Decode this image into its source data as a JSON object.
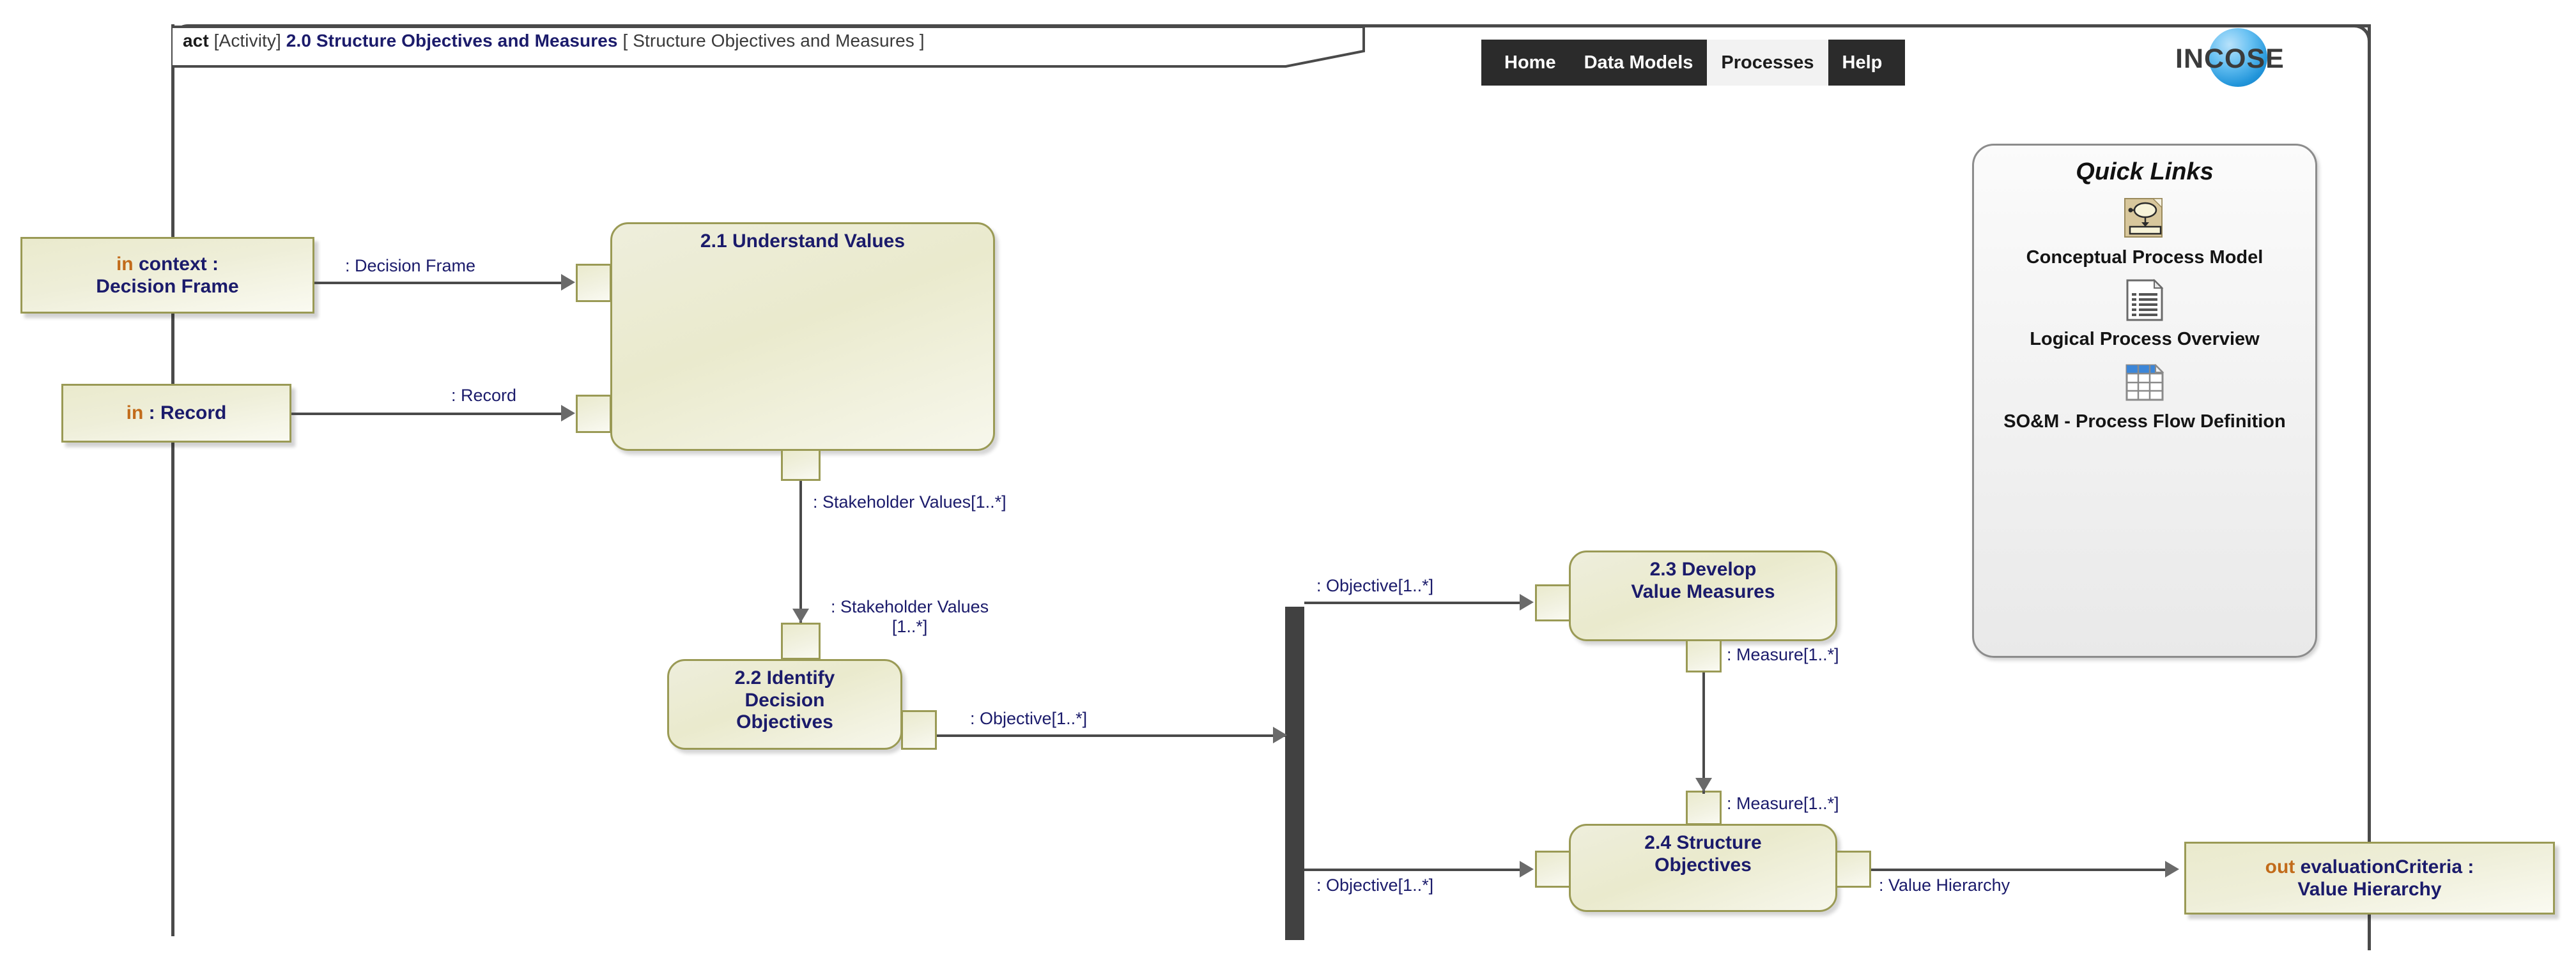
{
  "frame": {
    "keyword": "act",
    "stereotype": "[Activity]",
    "name": "2.0 Structure Objectives and Measures",
    "parameters": "[ Structure Objectives and Measures ]"
  },
  "navbar": {
    "items": [
      {
        "label": "Home",
        "active": false
      },
      {
        "label": "Data Models",
        "active": false
      },
      {
        "label": "Processes",
        "active": true
      },
      {
        "label": "Help",
        "active": false
      }
    ]
  },
  "logo": {
    "text": "INCOSE",
    "icon": "globe-sphere-icon"
  },
  "quick_links": {
    "title": "Quick Links",
    "items": [
      {
        "label": "Conceptual Process Model",
        "icon": "process-model-icon"
      },
      {
        "label": "Logical Process Overview",
        "icon": "document-list-icon"
      },
      {
        "label": "SO&M - Process Flow Definition",
        "icon": "spreadsheet-table-icon"
      }
    ]
  },
  "parameter_nodes": [
    {
      "id": "in-decision-frame",
      "direction": "in",
      "text": "context :",
      "type": "Decision Frame"
    },
    {
      "id": "in-record",
      "direction": "in",
      "text": "",
      "type": ": Record"
    },
    {
      "id": "out-evaluation-criteria",
      "direction": "out",
      "text": "evaluationCriteria :",
      "type": "Value Hierarchy"
    }
  ],
  "actions": [
    {
      "id": "action-2-1",
      "title": "2.1 Understand Values"
    },
    {
      "id": "action-2-2",
      "title_lines": [
        "2.2 Identify",
        "Decision",
        "Objectives"
      ]
    },
    {
      "id": "action-2-3",
      "title_lines": [
        "2.3 Develop",
        "Value Measures"
      ]
    },
    {
      "id": "action-2-4",
      "title_lines": [
        "2.4 Structure",
        "Objectives"
      ]
    }
  ],
  "flows": [
    {
      "id": "flow-decision-frame",
      "label": ": Decision Frame"
    },
    {
      "id": "flow-record",
      "label": ": Record"
    },
    {
      "id": "flow-stakeholder-values-out",
      "label": ": Stakeholder Values[1..*]"
    },
    {
      "id": "flow-stakeholder-values-in-1",
      "label": ": Stakeholder Values"
    },
    {
      "id": "flow-stakeholder-values-in-2",
      "label": "[1..*]"
    },
    {
      "id": "flow-objective-from-2-2",
      "label": ": Objective[1..*]"
    },
    {
      "id": "flow-objective-to-2-3",
      "label": ": Objective[1..*]"
    },
    {
      "id": "flow-objective-to-2-4",
      "label": ": Objective[1..*]"
    },
    {
      "id": "flow-measure-out",
      "label": ": Measure[1..*]"
    },
    {
      "id": "flow-measure-in",
      "label": ": Measure[1..*]"
    },
    {
      "id": "flow-value-hierarchy",
      "label": ": Value Hierarchy"
    }
  ],
  "colors": {
    "node_border": "#9a9a55",
    "node_fill": "#eeeedc",
    "frame_line": "#4a4a4a",
    "text_blue": "#1b1b6b",
    "direction_orange": "#c26b1a",
    "nav_bg": "#2b2b2b",
    "fork_bar": "#414141"
  }
}
